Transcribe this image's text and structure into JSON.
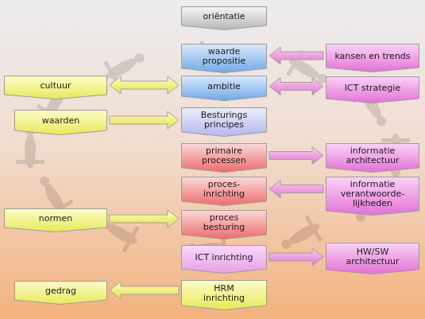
{
  "diagram": {
    "nodes": [
      {
        "text": [
          "oriëntatie"
        ]
      },
      {
        "text": [
          "waarde propositie"
        ]
      },
      {
        "text": [
          "kansen en trends"
        ]
      },
      {
        "text": [
          "cultuur"
        ]
      },
      {
        "text": [
          "ambitie"
        ]
      },
      {
        "text": [
          "ICT strategie"
        ]
      },
      {
        "text": [
          "waarden"
        ]
      },
      {
        "text": [
          "Besturings principes"
        ]
      },
      {
        "text": [
          "primaire processen"
        ]
      },
      {
        "text": [
          "informatie architectuur"
        ]
      },
      {
        "text": [
          "proces- inrichting"
        ]
      },
      {
        "text": [
          "informatie verantwoorde- lijkheden"
        ]
      },
      {
        "text": [
          "normen"
        ]
      },
      {
        "text": [
          "proces besturing"
        ]
      },
      {
        "text": [
          "ICT inrichting"
        ]
      },
      {
        "text": [
          "HW/SW architectuur"
        ]
      },
      {
        "text": [
          "gedrag"
        ]
      },
      {
        "text": [
          "HRM inrichting"
        ]
      }
    ],
    "edges": [
      {
        "from": 2,
        "to": 1,
        "arrow": "to"
      },
      {
        "from": 3,
        "to": 4,
        "arrow": "both"
      },
      {
        "from": 5,
        "to": 4,
        "arrow": "both"
      },
      {
        "from": 6,
        "to": 7,
        "arrow": "to"
      },
      {
        "from": 8,
        "to": 9,
        "arrow": "to"
      },
      {
        "from": 11,
        "to": 10,
        "arrow": "to"
      },
      {
        "from": 12,
        "to": 13,
        "arrow": "to"
      },
      {
        "from": 14,
        "to": 15,
        "arrow": "to"
      },
      {
        "from": 17,
        "to": 16,
        "arrow": "to"
      }
    ]
  }
}
